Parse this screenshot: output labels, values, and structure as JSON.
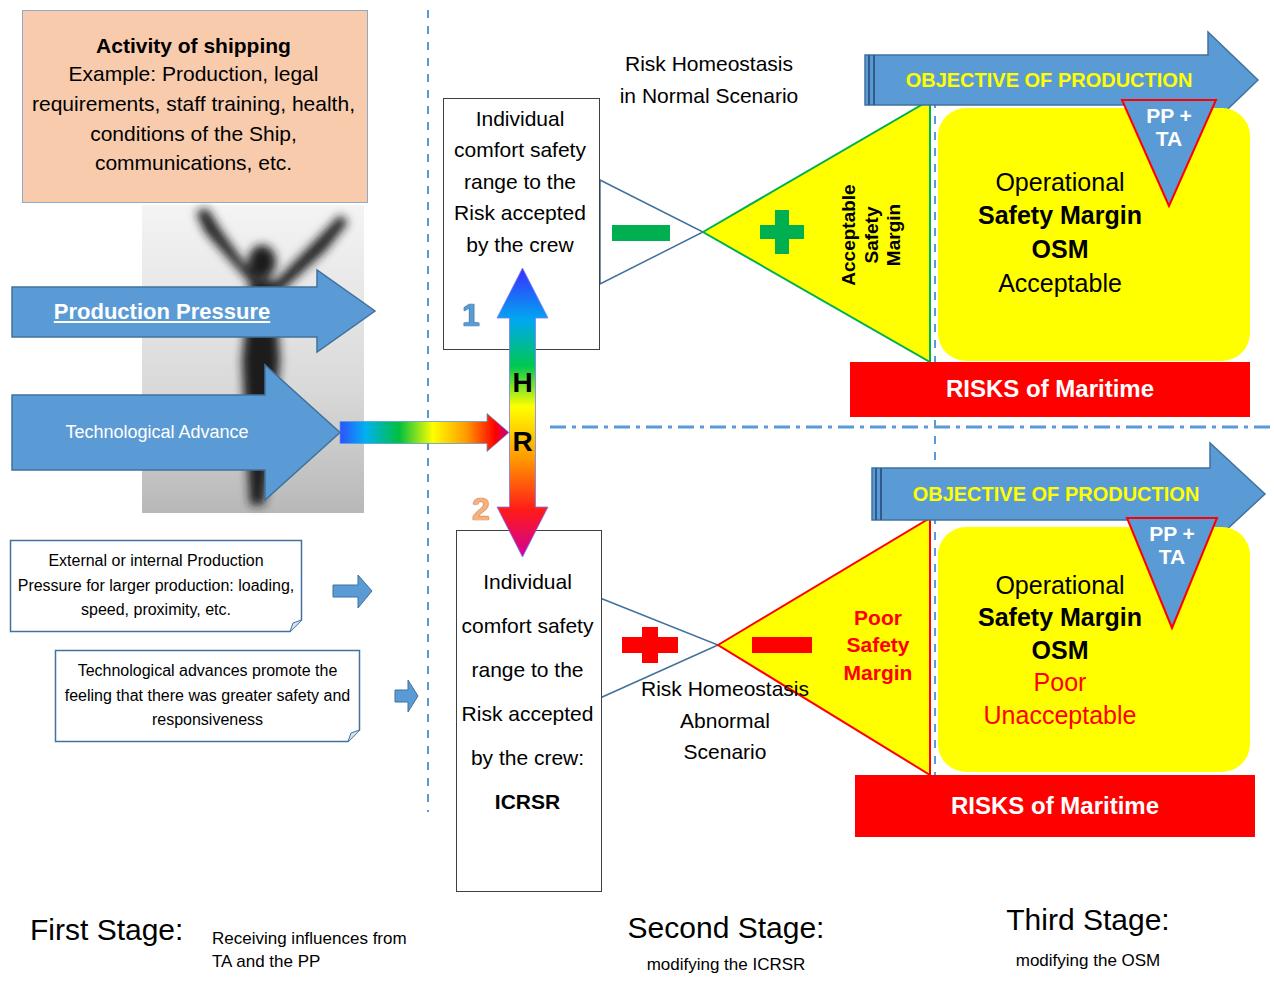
{
  "diagram": {
    "nodes": [
      {
        "text": [
          "Activity of shipping",
          "Example: Production, legal requirements, staff training, health, conditions of the Ship, communications, etc."
        ]
      },
      {
        "text": [
          "Production Pressure"
        ]
      },
      {
        "text": [
          "Technological Advance"
        ]
      },
      {
        "text": [
          "External or internal Production Pressure for larger production: loading, speed, proximity, etc."
        ]
      },
      {
        "text": [
          "Technological advances promote the feeling that there was greater safety and responsiveness"
        ]
      },
      {
        "text": [
          "H R"
        ]
      },
      {
        "text": [
          "Individual comfort safety range to the Risk accepted by the crew"
        ]
      },
      {
        "text": [
          "Individual comfort safety range to the Risk accepted by the crew:",
          "ICRSR"
        ]
      },
      {
        "text": [
          "Acceptable Safety Margin"
        ]
      },
      {
        "text": [
          "OBJECTIVE OF PRODUCTION"
        ]
      },
      {
        "text": [
          "Operational",
          "Safety Margin OSM",
          "Acceptable"
        ]
      },
      {
        "text": [
          "PP + TA"
        ]
      },
      {
        "text": [
          "RISKS of Maritime"
        ]
      },
      {
        "text": [
          "Poor Safety Margin"
        ]
      },
      {
        "text": [
          "OBJECTIVE OF PRODUCTION"
        ]
      },
      {
        "text": [
          "Operational",
          "Safety Margin OSM",
          "Poor Unacceptable"
        ]
      },
      {
        "text": [
          "PP + TA"
        ]
      },
      {
        "text": [
          "RISKS of Maritime"
        ]
      }
    ],
    "edges": [
      {
        "from": 2,
        "to": 5,
        "arrow": "to"
      }
    ],
    "labels": [
      "1",
      "2",
      "Risk Homeostasis in Normal Scenario",
      "Risk Homeostasis Abnormal Scenario",
      "First Stage:",
      "Receiving influences from TA and the PP",
      "Second Stage:",
      "modifying the ICRSR",
      "Third Stage:",
      "modifying the OSM"
    ]
  }
}
